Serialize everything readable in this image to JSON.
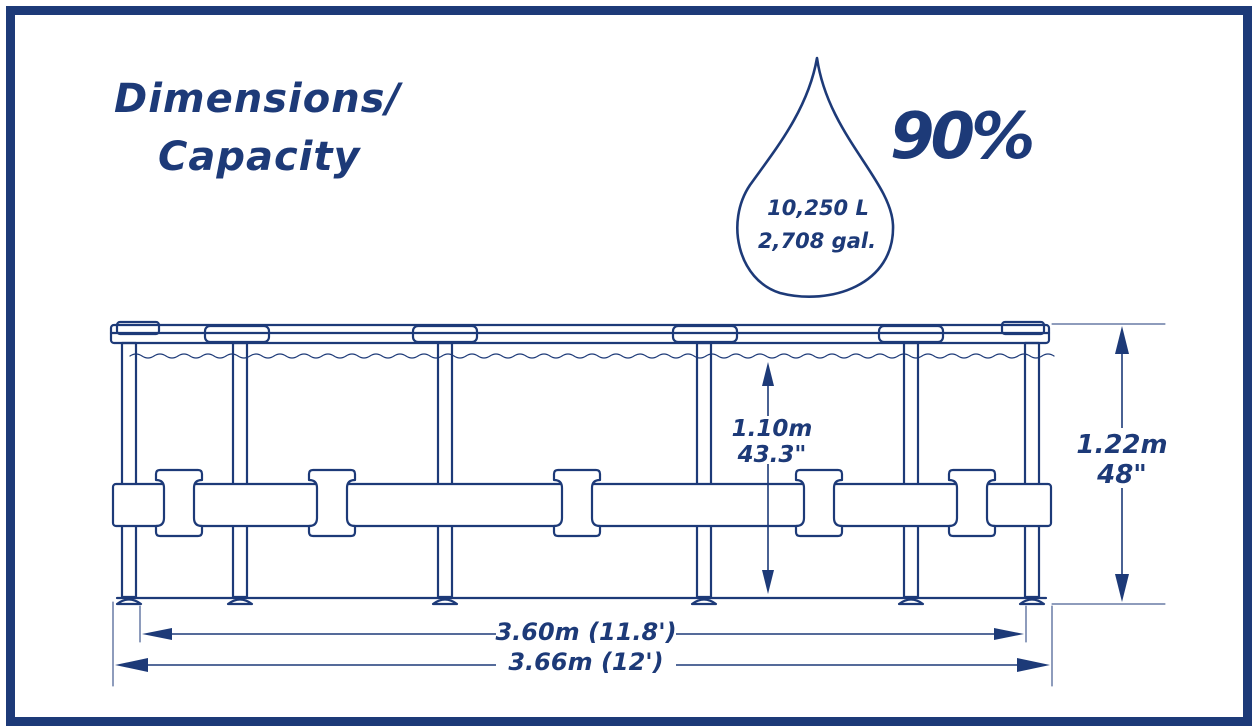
{
  "title": {
    "line1": "Dimensions/",
    "line2": "Capacity"
  },
  "capacity": {
    "liters": "10,250 L",
    "gallons": "2,708 gal.",
    "fill_percent": "90%"
  },
  "dimensions": {
    "water_depth_m": "1.10m",
    "water_depth_in": "43.3\"",
    "wall_height_m": "1.22m",
    "wall_height_in": "48\"",
    "inner_width": "3.60m (11.8')",
    "outer_width": "3.66m (12')"
  },
  "colors": {
    "primary": "#1d3a78",
    "background": "#ffffff"
  }
}
